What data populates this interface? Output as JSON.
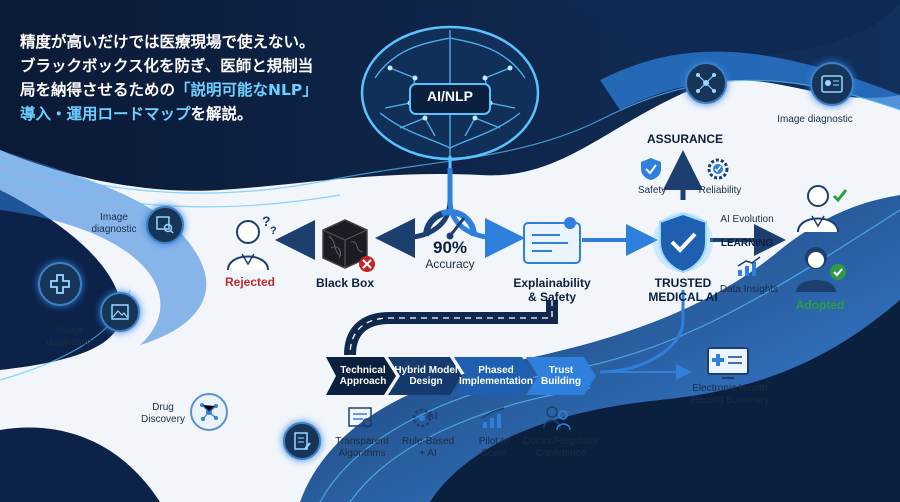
{
  "headline": {
    "line1": "精度が高いだけでは医療現場で使えない。",
    "line2": "ブラックボックス化を防ぎ、医師と規制当",
    "line3_a": "局を納得させるための",
    "line3_b": "「説明可能なNLP」",
    "line4_a": "導入・運用ロードマップ",
    "line4_b": "を解説。"
  },
  "brain": {
    "label": "AI/NLP"
  },
  "gauge": {
    "value": "90%",
    "caption": "Accuracy"
  },
  "nodes": {
    "rejected": "Rejected",
    "black_box": "Black Box",
    "explainability": "Explainability\n& Safety",
    "trusted": "TRUSTED\nMEDICAL AI",
    "adopted": "Adopted"
  },
  "assurance": {
    "title": "ASSURANCE",
    "safety": "Safety",
    "reliability": "Reliability"
  },
  "learning": {
    "evolution": "AI Evolution",
    "title": "LEARNING",
    "insights": "Data Insights"
  },
  "side_labels": {
    "image_diag_top_right": "Image diagnostic",
    "image_diag_left_1": "Image\ndiagnostic",
    "image_diag_left_2": "Image\ndiagnostic",
    "drug_discovery": "Drug\nDiscovery",
    "ehr": "Electronic Health\nRecord Summary"
  },
  "roadmap": {
    "steps": [
      {
        "title": "Technical\nApproach",
        "detail": "Transparent\nAlgorithms"
      },
      {
        "title": "Hybrid Model\nDesign",
        "detail": "Rule-Based\n+ AI"
      },
      {
        "title": "Phased\nImplementation",
        "detail": "Pilot to\nScale"
      },
      {
        "title": "Trust\nBuilding",
        "detail": "Doctor/Regulator\nConfidence"
      }
    ],
    "ai_icon_text": "AI"
  },
  "colors": {
    "navy": "#0b1f3f",
    "accent_blue": "#2f7fdc",
    "glow_blue": "#5cc2ff",
    "rejected_red": "#c0282d",
    "adopted_green": "#2e9b45"
  }
}
